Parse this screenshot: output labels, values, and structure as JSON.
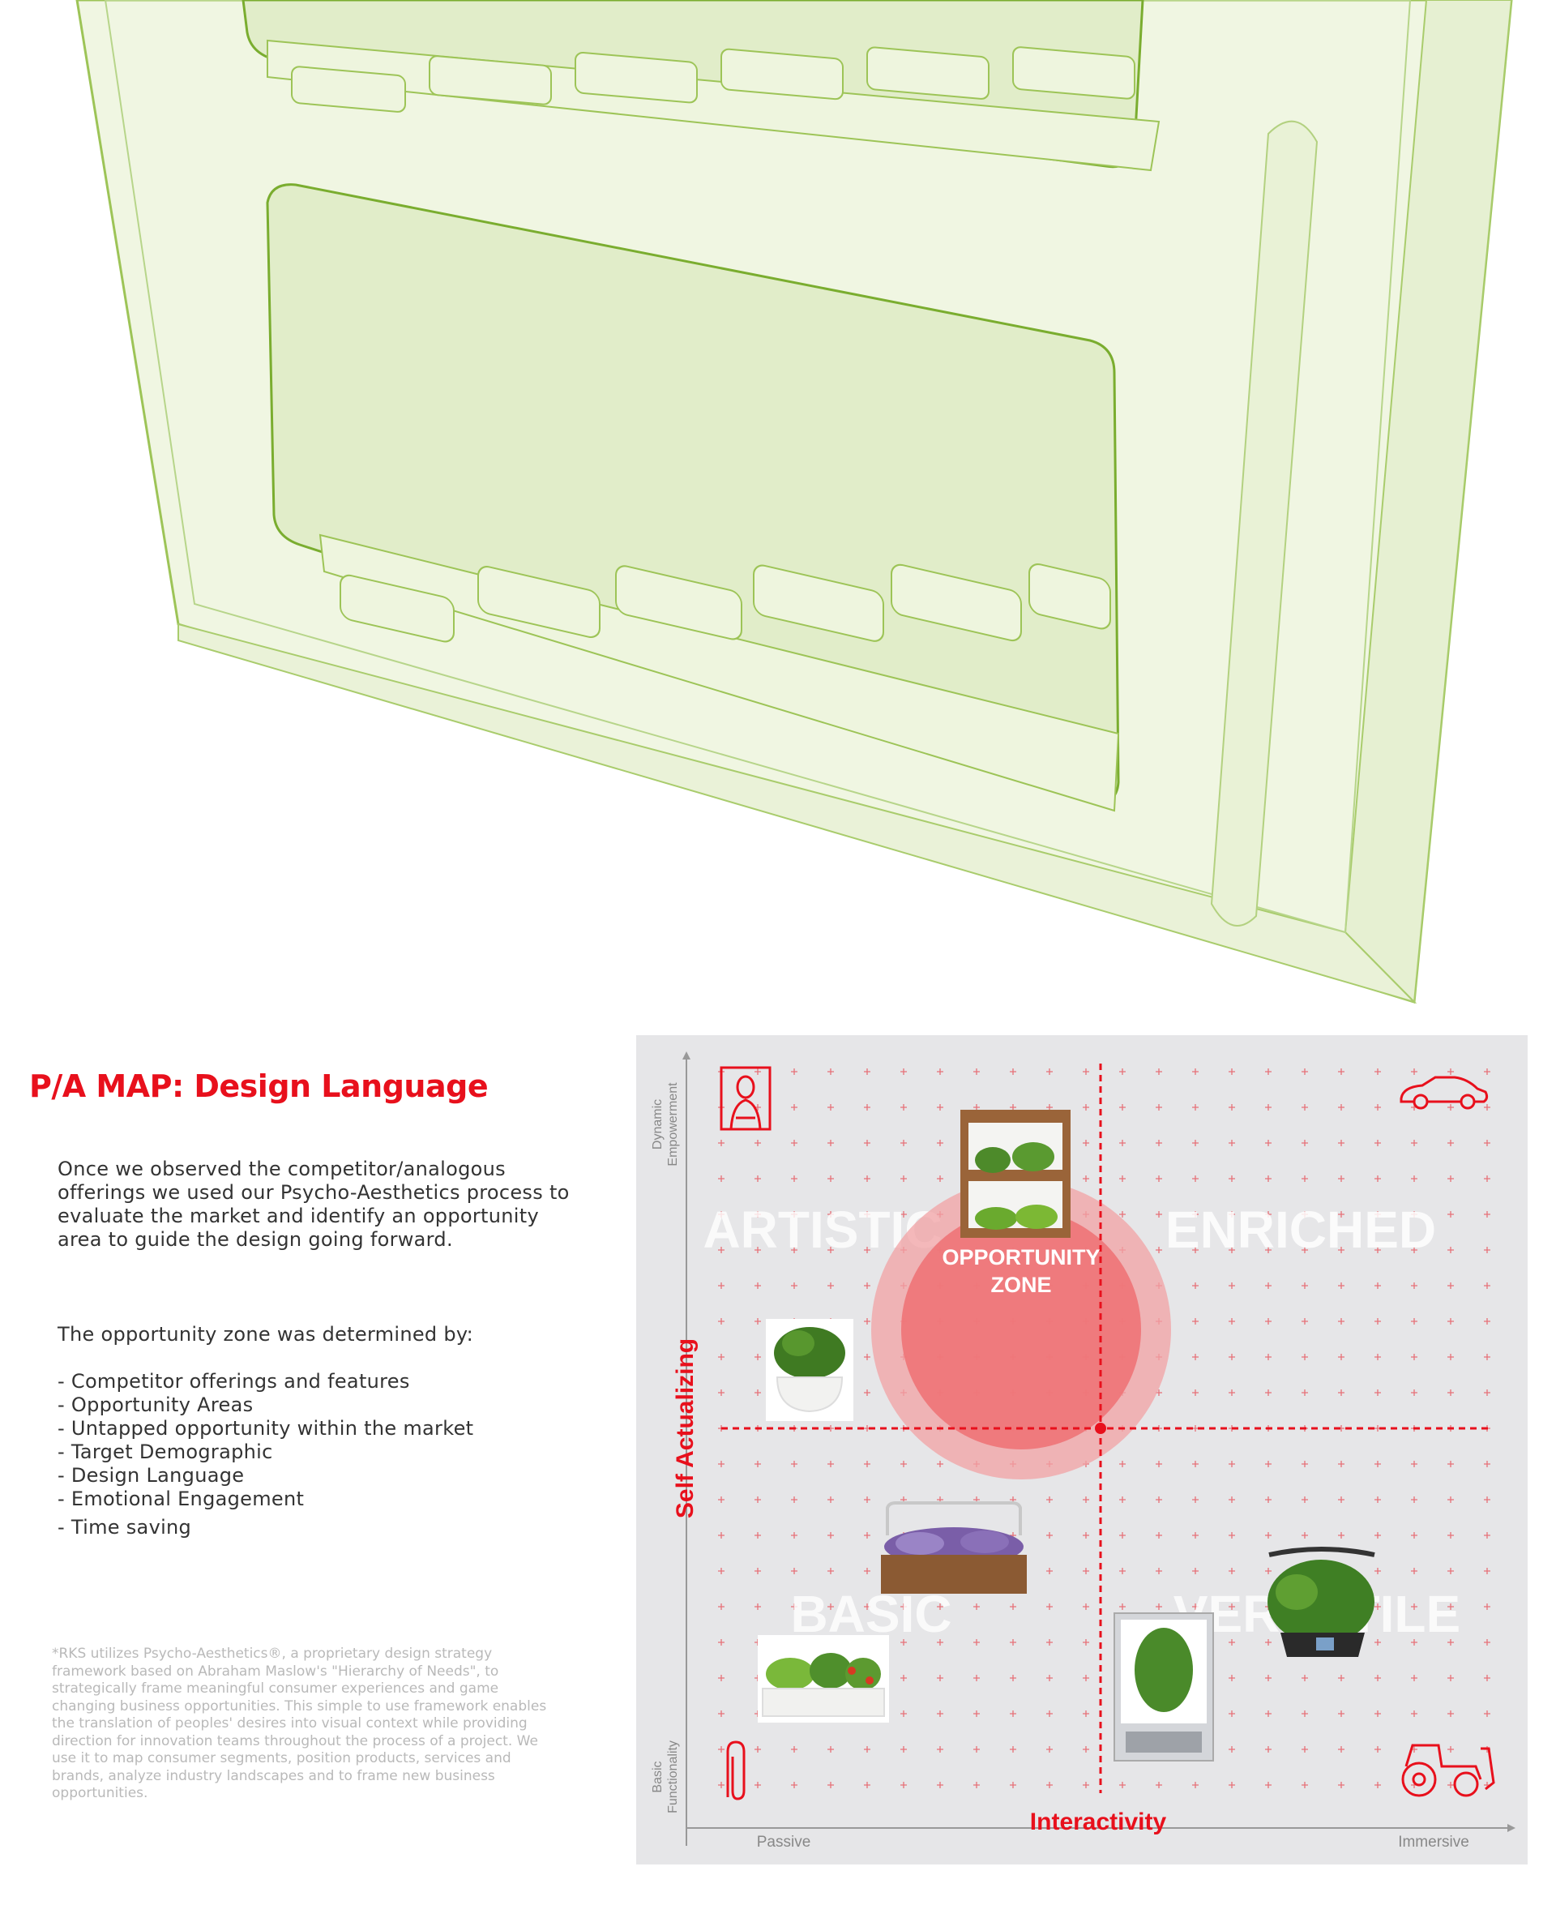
{
  "page": {
    "title": "P/A MAP: Design Language",
    "intro": "Once we observed the competitor/analogous offerings we used our Psycho-Aesthetics process to evaluate the market and identify an opportunity area to guide the design going forward.",
    "lead": "The opportunity zone was determined by:",
    "bullets": [
      "- Competitor offerings and features",
      "- Opportunity Areas",
      "- Untapped opportunity within the market",
      "- Target Demographic",
      "- Design Language",
      "- Emotional Engagement",
      "- Time saving"
    ],
    "footnote": "*RKS utilizes Psycho-Aesthetics®, a proprietary design strategy framework based on Abraham Maslow's \"Hierarchy of Needs\", to strategically frame meaningful consumer experiences and game changing business opportunities. This simple to use framework enables the translation of peoples' desires into visual context while providing direction for innovation teams throughout the process of a project. We use it to map consumer segments, position products, services and brands, analyze industry landscapes and to frame new business opportunities."
  },
  "map": {
    "y_axis_label": "Self Actualizing",
    "x_axis_label": "Interactivity",
    "y_top_label": [
      "Dynamic",
      "Empowerment"
    ],
    "y_bottom_label": [
      "Basic",
      "Functionality"
    ],
    "x_left_label": "Passive",
    "x_right_label": "Immersive",
    "quadrants": {
      "top_left": "ARTISTIC",
      "top_right": "ENRICHED",
      "bottom_left": "BASIC",
      "bottom_right": "VERSATILE"
    },
    "opportunity_zone": [
      "OPPORTUNITY",
      "ZONE"
    ],
    "corner_icons": [
      "mona-lisa-icon",
      "sports-car-icon",
      "paperclip-icon",
      "tractor-icon"
    ],
    "accent_color": "#e8101c",
    "zone_color": "#ee7377",
    "background_color": "#e6e6e8"
  },
  "render_colors": {
    "fill": "#eef5dc",
    "inner": "#e4efcc",
    "stroke": "#9dc457",
    "dark_stroke": "#7aad2f"
  }
}
